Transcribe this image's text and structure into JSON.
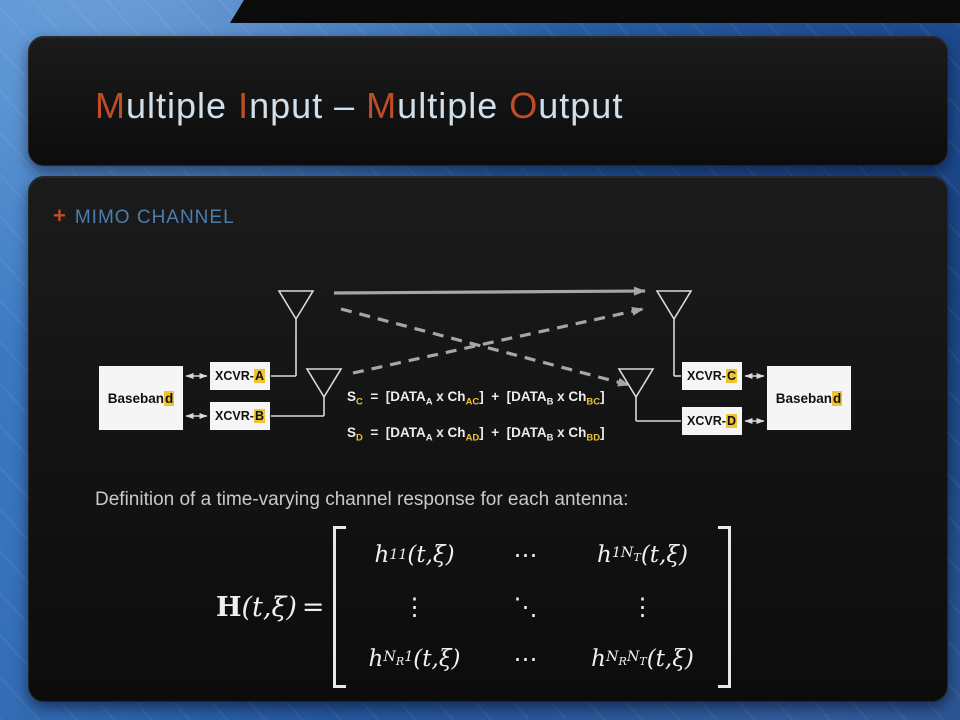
{
  "slide": {
    "title": {
      "segments": [
        {
          "text": "M",
          "accent": true
        },
        {
          "text": "ultiple "
        },
        {
          "text": "I",
          "accent": true
        },
        {
          "text": "nput – "
        },
        {
          "text": "M",
          "accent": true
        },
        {
          "text": "ultiple "
        },
        {
          "text": "O",
          "accent": true
        },
        {
          "text": "utput"
        }
      ]
    },
    "bullet": {
      "marker": "+",
      "label": "MIMO CHANNEL"
    },
    "diagram": {
      "boxes": {
        "baseband_left": {
          "pre": "Baseban",
          "hl": "d"
        },
        "xcvr_a": {
          "pre": "XCVR-",
          "hl": "A"
        },
        "xcvr_b": {
          "pre": "XCVR-",
          "hl": "B"
        },
        "xcvr_c": {
          "pre": "XCVR-",
          "hl": "C"
        },
        "xcvr_d": {
          "pre": "XCVR-",
          "hl": "D"
        },
        "baseband_right": {
          "pre": "Baseban",
          "hl": "d"
        }
      },
      "equations": [
        {
          "parts": [
            {
              "t": "S"
            },
            {
              "t": "C",
              "sub": true,
              "hl": true
            },
            {
              "t": "  =  [DATA"
            },
            {
              "t": "A",
              "sub": true
            },
            {
              "t": " x Ch"
            },
            {
              "t": "AC",
              "sub": true,
              "hl": true
            },
            {
              "t": "]  +  [DATA"
            },
            {
              "t": "B",
              "sub": true
            },
            {
              "t": " x Ch"
            },
            {
              "t": "BC",
              "sub": true,
              "hl": true
            },
            {
              "t": "]"
            }
          ]
        },
        {
          "parts": [
            {
              "t": "S"
            },
            {
              "t": "D",
              "sub": true,
              "hl": true
            },
            {
              "t": "  =  [DATA"
            },
            {
              "t": "A",
              "sub": true
            },
            {
              "t": " x Ch"
            },
            {
              "t": "AD",
              "sub": true,
              "hl": true
            },
            {
              "t": "]  +  [DATA"
            },
            {
              "t": "B",
              "sub": true
            },
            {
              "t": " x Ch"
            },
            {
              "t": "BD",
              "sub": true,
              "hl": true
            },
            {
              "t": "]"
            }
          ]
        }
      ]
    },
    "definition_text": "Definition of a time-varying channel response for each antenna:",
    "matrix": {
      "lhs_bold": "H",
      "lhs_args": "(t,ξ)",
      "equals": "=",
      "dots_h": "⋯",
      "dots_v": "⋮",
      "dots_d": "⋱",
      "cells": {
        "r1c1": {
          "base": "h",
          "sub": "11",
          "args": "(t,ξ)"
        },
        "r1c3": {
          "base": "h",
          "sub1": "1N",
          "sub2": "T",
          "args": "(t,ξ)"
        },
        "r3c1": {
          "base": "h",
          "sub1": "N",
          "sub2": "R",
          "sub3": "1",
          "args": "(t,ξ)"
        },
        "r3c3": {
          "base": "h",
          "sub1": "N",
          "sub2": "R",
          "sub3": "N",
          "sub4": "T",
          "args": "(t,ξ)"
        }
      }
    },
    "colors": {
      "accent_orange": "#bf4d26",
      "title_text": "#cfe0ec",
      "bullet_blue": "#4d7dad",
      "highlight_yellow": "#edc433",
      "card_black": "#121212"
    }
  }
}
